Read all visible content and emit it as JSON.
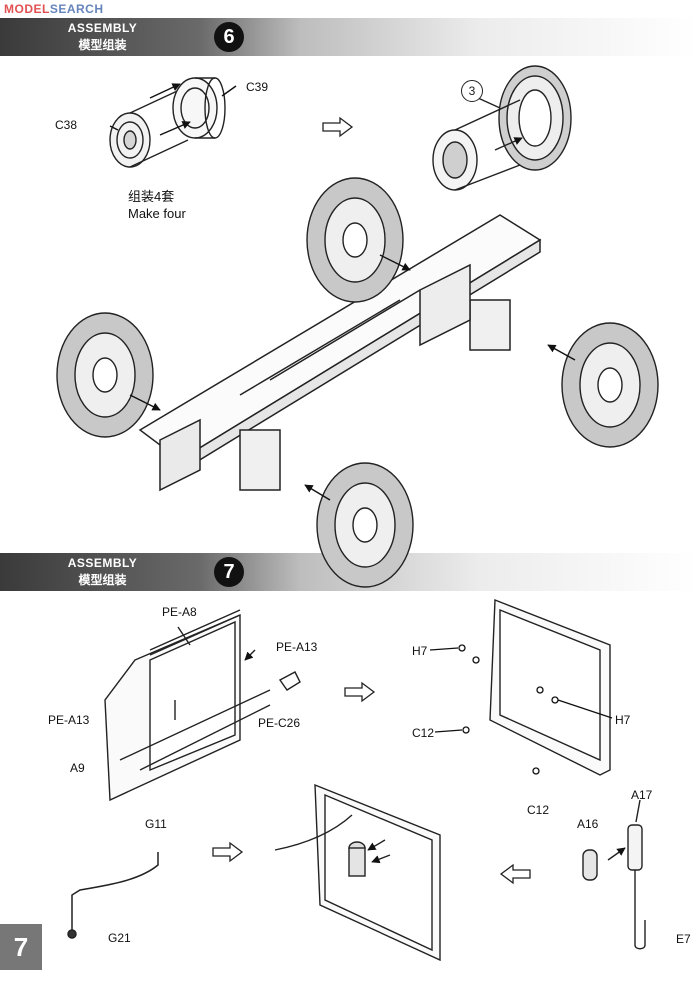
{
  "watermark": {
    "prefix": "MODEL",
    "suffix": "SEARCH"
  },
  "page_number": "7",
  "steps": [
    {
      "number": "6",
      "title_en": "ASSEMBLY",
      "title_cn": "模型组装",
      "parts": [
        "C39",
        "C38"
      ],
      "reference": "3",
      "note_cn": "组装4套",
      "note_en": "Make four"
    },
    {
      "number": "7",
      "title_en": "ASSEMBLY",
      "title_cn": "模型组装",
      "parts": [
        "PE-A8",
        "PE-A13",
        "PE-A13",
        "PE-C26",
        "A9",
        "H7",
        "H7",
        "C12",
        "C12",
        "G11",
        "G21",
        "A17",
        "A16",
        "E7"
      ]
    }
  ],
  "icons": [
    "arrow-right-icon",
    "arrow-left-icon"
  ]
}
